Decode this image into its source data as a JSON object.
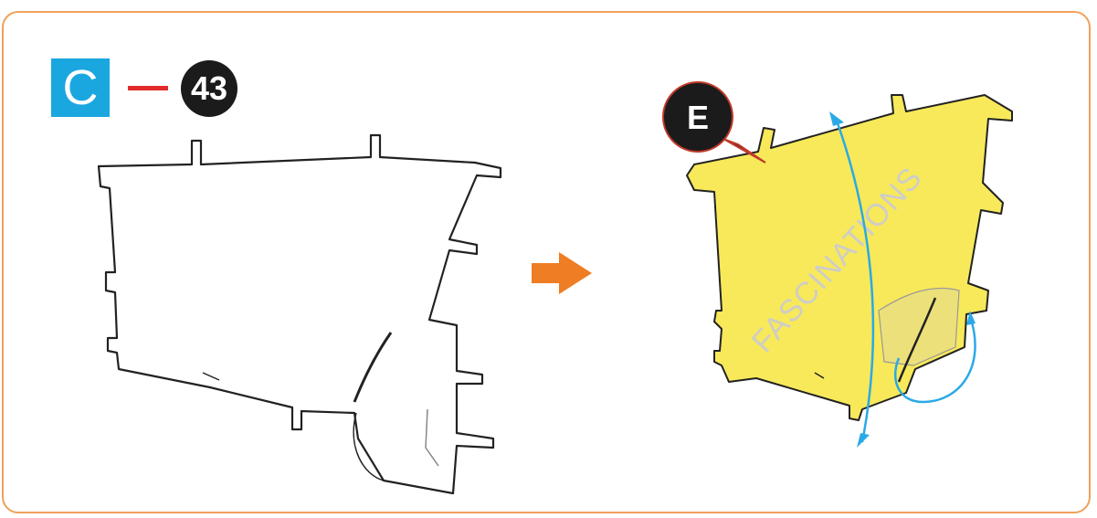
{
  "step": {
    "sheet_label": "C",
    "part_number": "43",
    "callout_label": "E",
    "watermark": "FASCINATIONS"
  },
  "colors": {
    "frame_border": "#f0a15a",
    "sheet_badge_bg": "#1aa7e0",
    "dash": "#e22a2a",
    "part_badge_bg": "#1b1b1b",
    "part_fill": "#f7e95a",
    "arrow": "#ee7d23",
    "rotation_arrow": "#2aa9e6",
    "watermark": "#c9c9d9"
  },
  "icons": [
    "right-arrow-icon",
    "rotate-arrow-icon"
  ]
}
